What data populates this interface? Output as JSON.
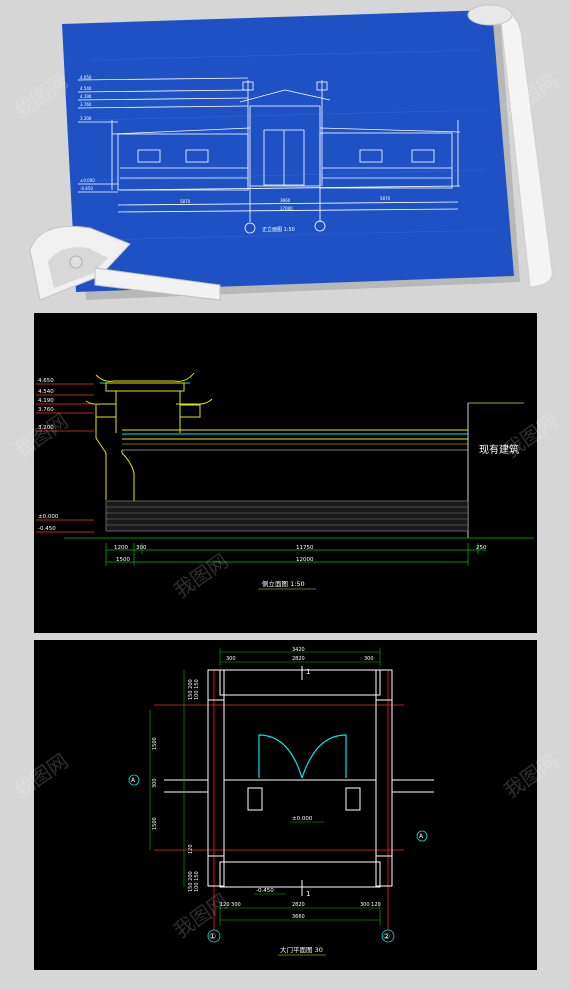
{
  "blueprint": {
    "colors": {
      "paper": "#1d4fbf",
      "line": "#ffffff"
    },
    "levels": [
      "4.650",
      "4.540",
      "4.190",
      "3.760",
      "3.200",
      "±0.000",
      "-0.450"
    ],
    "dims": [
      "5870",
      "3660",
      "5870"
    ],
    "total": "17000",
    "axes": [
      "①",
      "②"
    ],
    "caption": "正立面图 1:50"
  },
  "side_elevation": {
    "levels": [
      "4.650",
      "4.540",
      "4.190",
      "3.760",
      "3.200",
      "±0.000",
      "-0.450"
    ],
    "dims_row1": [
      "1200",
      "300",
      "11750",
      "250"
    ],
    "dims_row2": [
      "1500",
      "12000"
    ],
    "existing_label": "现有建筑",
    "caption": "侧立面图 1:50",
    "colors": {
      "roof": "#e6e600",
      "ridge": "#00e6e6",
      "wall_line": "#ffffff",
      "brick": "#9a9a9a",
      "dim": "#00c000",
      "level_mark": "#ff3030"
    }
  },
  "gate_plan": {
    "top_dims": [
      "3420",
      "300",
      "2820",
      "300"
    ],
    "left_dims": [
      "150 200",
      "100 150",
      "1500",
      "300",
      "1500",
      "120",
      "150 200",
      "100 150"
    ],
    "bottom_dims_row1": [
      "120 300",
      "2820",
      "300 120"
    ],
    "bottom_dims_row2": [
      "3660"
    ],
    "section_marks": [
      "1",
      "1"
    ],
    "axis_left": "A",
    "axis_right": "A",
    "level_inner": "±0.000",
    "level_outer": "-0.450",
    "axes": [
      "①",
      "②"
    ],
    "caption": "大门平面图 30",
    "colors": {
      "wall": "#ffffff",
      "axis": "#ff2020",
      "dim": "#00c000",
      "door": "#00e6e6",
      "mark": "#00e6e6"
    }
  },
  "watermark": "我图网"
}
